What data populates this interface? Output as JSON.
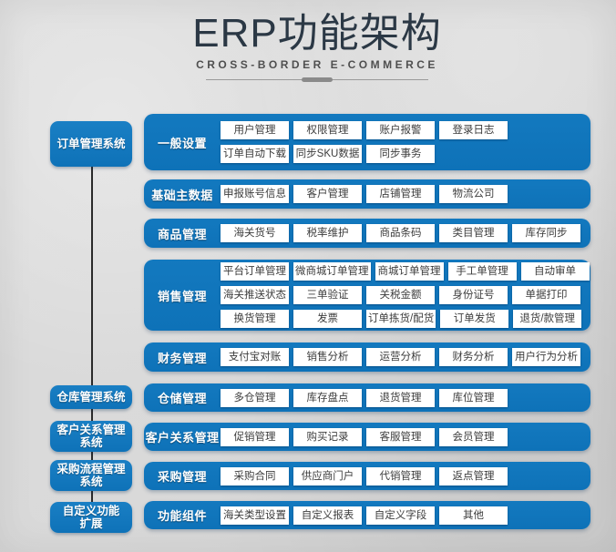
{
  "header": {
    "title": "ERP功能架构",
    "subtitle": "CROSS-BORDER E-COMMERCE"
  },
  "colors": {
    "panel_blue": "#0e72b8",
    "button_text": "#3c3c3c",
    "title": "#2b3845",
    "subtitle": "#4f4f4f",
    "connector": "#2a2a2a"
  },
  "sidebar": {
    "items": [
      {
        "lines": [
          "订单管理系统"
        ]
      },
      {
        "lines": [
          "仓库管理系统"
        ]
      },
      {
        "lines": [
          "客户关系管理",
          "系统"
        ]
      },
      {
        "lines": [
          "采购流程管理",
          "系统"
        ]
      },
      {
        "lines": [
          "自定义功能",
          "扩展"
        ]
      }
    ]
  },
  "panels": [
    {
      "label": "一般设置",
      "rows": [
        [
          "用户管理",
          "权限管理",
          "账户报警",
          "登录日志"
        ],
        [
          "订单自动下载",
          "同步SKU数据",
          "同步事务"
        ]
      ]
    },
    {
      "label": "基础主数据",
      "rows": [
        [
          "申报账号信息",
          "客户管理",
          "店铺管理",
          "物流公司"
        ]
      ]
    },
    {
      "label": "商品管理",
      "rows": [
        [
          "海关货号",
          "税率维护",
          "商品条码",
          "类目管理",
          "库存同步"
        ]
      ]
    },
    {
      "label": "销售管理",
      "rows": [
        [
          "平台订单管理",
          "微商城订单管理",
          "商城订单管理",
          "手工单管理",
          "自动审单"
        ],
        [
          "海关推送状态",
          "三单验证",
          "关税金额",
          "身份证号",
          "单据打印"
        ],
        [
          "换货管理",
          "发票",
          "订单拣货/配货",
          "订单发货",
          "退货/款管理"
        ]
      ]
    },
    {
      "label": "财务管理",
      "rows": [
        [
          "支付宝对账",
          "销售分析",
          "运营分析",
          "财务分析",
          "用户行为分析"
        ]
      ]
    },
    {
      "label": "仓储管理",
      "rows": [
        [
          "多仓管理",
          "库存盘点",
          "退货管理",
          "库位管理"
        ]
      ]
    },
    {
      "label": "客户关系管理",
      "rows": [
        [
          "促销管理",
          "购买记录",
          "客服管理",
          "会员管理"
        ]
      ]
    },
    {
      "label": "采购管理",
      "rows": [
        [
          "采购合同",
          "供应商门户",
          "代销管理",
          "返点管理"
        ]
      ]
    },
    {
      "label": "功能组件",
      "rows": [
        [
          "海关类型设置",
          "自定义报表",
          "自定义字段",
          "其他"
        ]
      ]
    }
  ]
}
